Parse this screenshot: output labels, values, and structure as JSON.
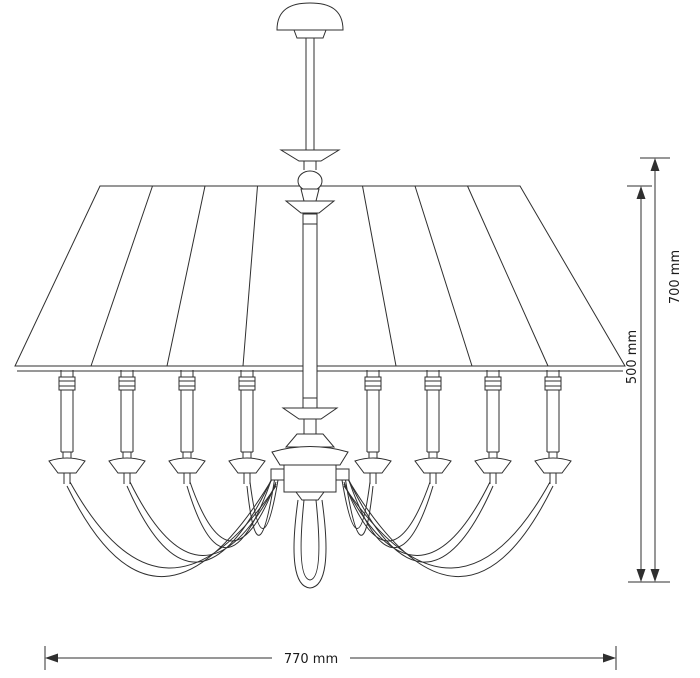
{
  "drawing": {
    "subject": "Chandelier with pleated drum shade, eight curved arms and candle sockets — technical line drawing",
    "line_color": "#2f2f2f",
    "background_color": "#ffffff"
  },
  "dimensions": {
    "width": "770 mm",
    "overall_height": "700 mm",
    "shade_height": "500 mm"
  }
}
